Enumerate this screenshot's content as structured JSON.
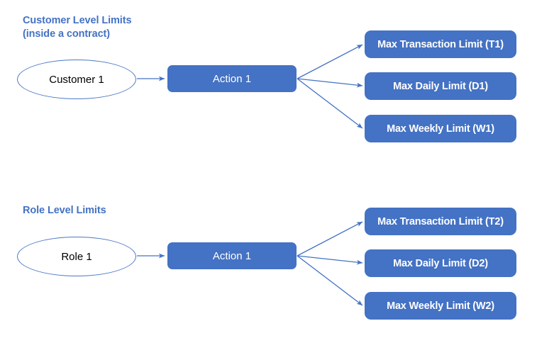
{
  "diagram": {
    "type": "flow-diagram",
    "background_color": "#ffffff",
    "accent_color": "#4472C4",
    "node_fill_color": "#4472C4",
    "ellipse_stroke_color": "#4A77C4",
    "connector_color": "#4472C4",
    "sections": [
      {
        "id": "customer-level",
        "heading": "Customer Level Limits\n(inside a contract)",
        "source": {
          "label": "Customer 1",
          "shape": "ellipse"
        },
        "action": {
          "label": "Action 1",
          "shape": "rounded-rect"
        },
        "limits": [
          {
            "label": "Max Transaction Limit (T1)",
            "code": "T1"
          },
          {
            "label": "Max Daily Limit (D1)",
            "code": "D1"
          },
          {
            "label": "Max Weekly Limit (W1)",
            "code": "W1"
          }
        ]
      },
      {
        "id": "role-level",
        "heading": "Role Level Limits",
        "source": {
          "label": "Role 1",
          "shape": "ellipse"
        },
        "action": {
          "label": "Action 1",
          "shape": "rounded-rect"
        },
        "limits": [
          {
            "label": "Max Transaction Limit (T2)",
            "code": "T2"
          },
          {
            "label": "Max Daily Limit (D2)",
            "code": "D2"
          },
          {
            "label": "Max Weekly Limit (W2)",
            "code": "W2"
          }
        ]
      }
    ]
  }
}
